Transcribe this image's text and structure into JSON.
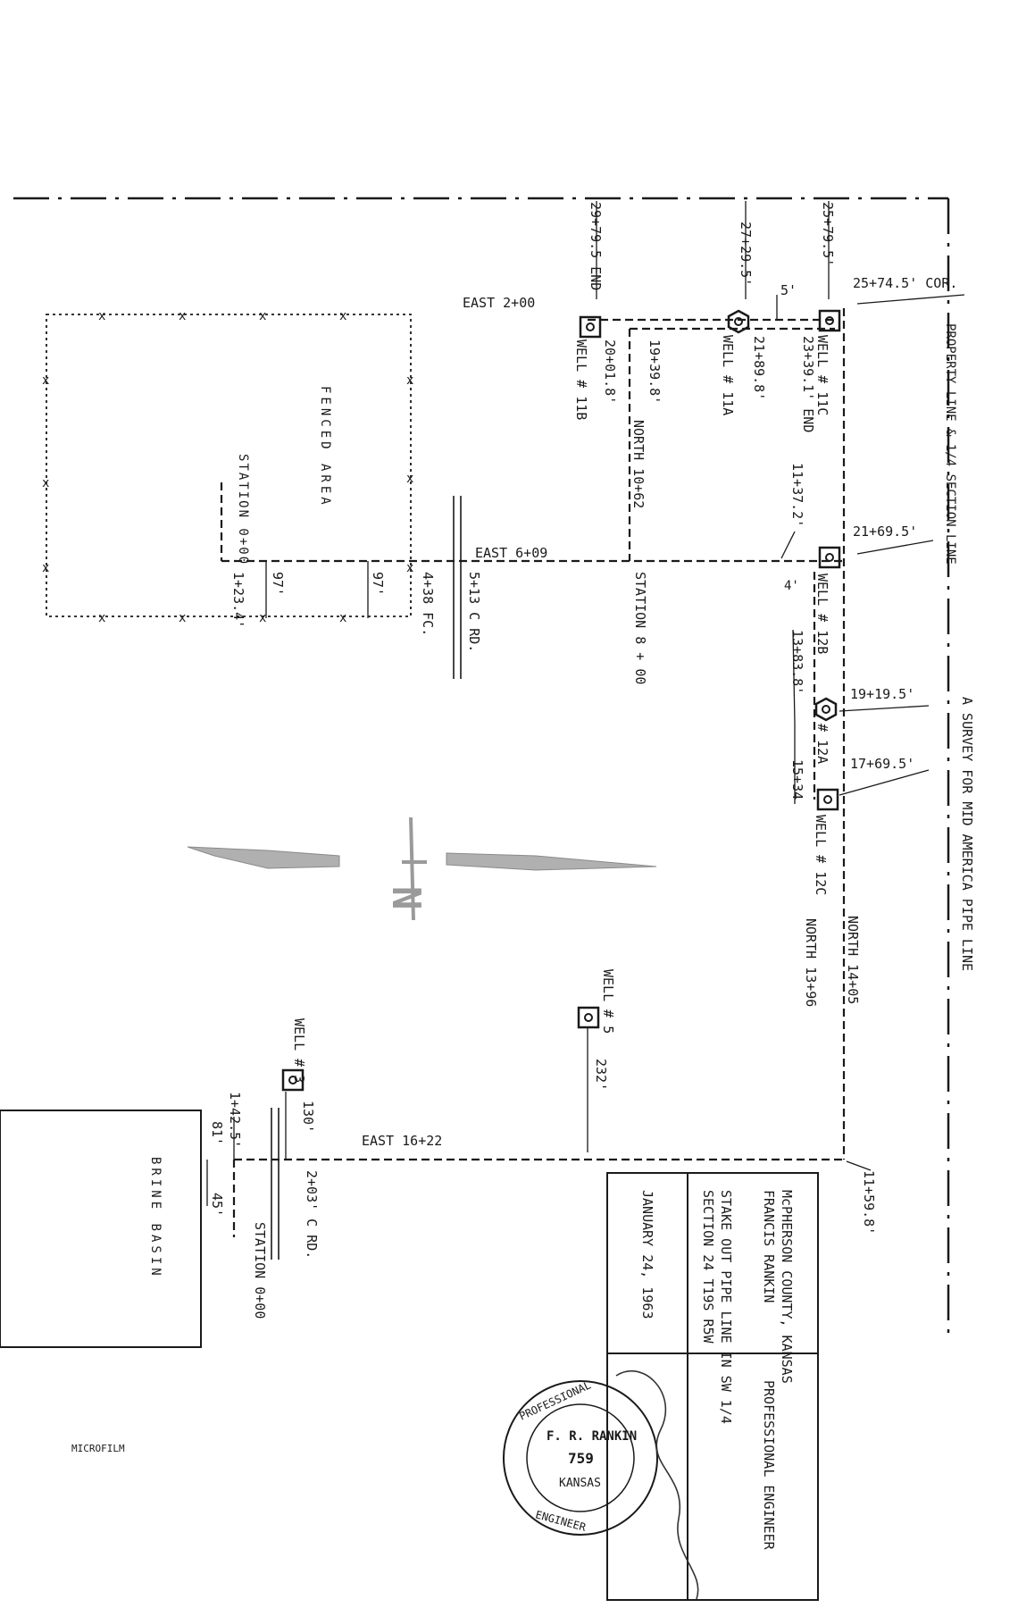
{
  "labels": {
    "survey_title": "A SURVEY FOR MID AMERICA PIPE LINE",
    "property_line": "PROPERTY LINE & 1/4 SECTION LINE",
    "fenced_area": "FENCED AREA",
    "brine_basin": "BRINE BASIN",
    "microfilm": "MICROFILM"
  },
  "wells": {
    "w11c": "WELL # 11C",
    "w11a": "WELL # 11A",
    "w11b": "WELL # 11B",
    "w12b": "WELL # 12B",
    "w12a": "# 12A",
    "w12c": "WELL # 12C",
    "w5": "WELL # 5",
    "w3": "WELL # 3"
  },
  "stations": {
    "s25795": "25+79.5'",
    "s27295": "27+29.5'",
    "s29795": "29+79.5 END",
    "s25745": "25+74.5' COR.",
    "s5": "5'",
    "s23391": "23+39.1' END",
    "s21898": "21+89.8'",
    "s19398": "19+39.8'",
    "s20018": "20+01.8'",
    "s11372": "11+37.2'",
    "s21695": "21+69.5'",
    "s4": "4'",
    "s13838": "13+83.8'",
    "s19195": "19+19.5'",
    "s17695": "17+69.5'",
    "s1534": "15+34",
    "north1062": "NORTH 10+62",
    "east200": "EAST 2+00",
    "east609": "EAST 6+09",
    "sta800": "STATION 8 + 00",
    "sta000a": "STATION 0+00",
    "s513": "5+13 C RD.",
    "s438": "4+38 FC.",
    "s97a": "97'",
    "s97b": "97'",
    "s123": "1+23.4'",
    "north1405": "NORTH 14+05",
    "north1396": "NORTH 13+96",
    "s232": "232'",
    "east1622": "EAST 16+22",
    "s130": "130'",
    "s1425": "1+42.5'",
    "s81": "81'",
    "s45": "45'",
    "s203": "2+03' C RD.",
    "sta000b": "STATION 0+00",
    "s11598": "11+59.8'"
  },
  "title_block": {
    "county": "McPHERSON COUNTY, KANSAS",
    "engineer_name": "FRANCIS RANKIN",
    "engineer_title": "PROFESSIONAL ENGINEER",
    "description": "STAKE OUT PIPE LINE IN SW 1/4",
    "section": "SECTION 24 T19S R5W",
    "date": "JANUARY 24, 1963"
  },
  "seal": {
    "name": "F. R. RANKIN",
    "number": "759",
    "state": "KANSAS",
    "top_arc": "PROFESSIONAL",
    "bottom_arc": "ENGINEER"
  },
  "compass": {
    "letter": "N"
  }
}
